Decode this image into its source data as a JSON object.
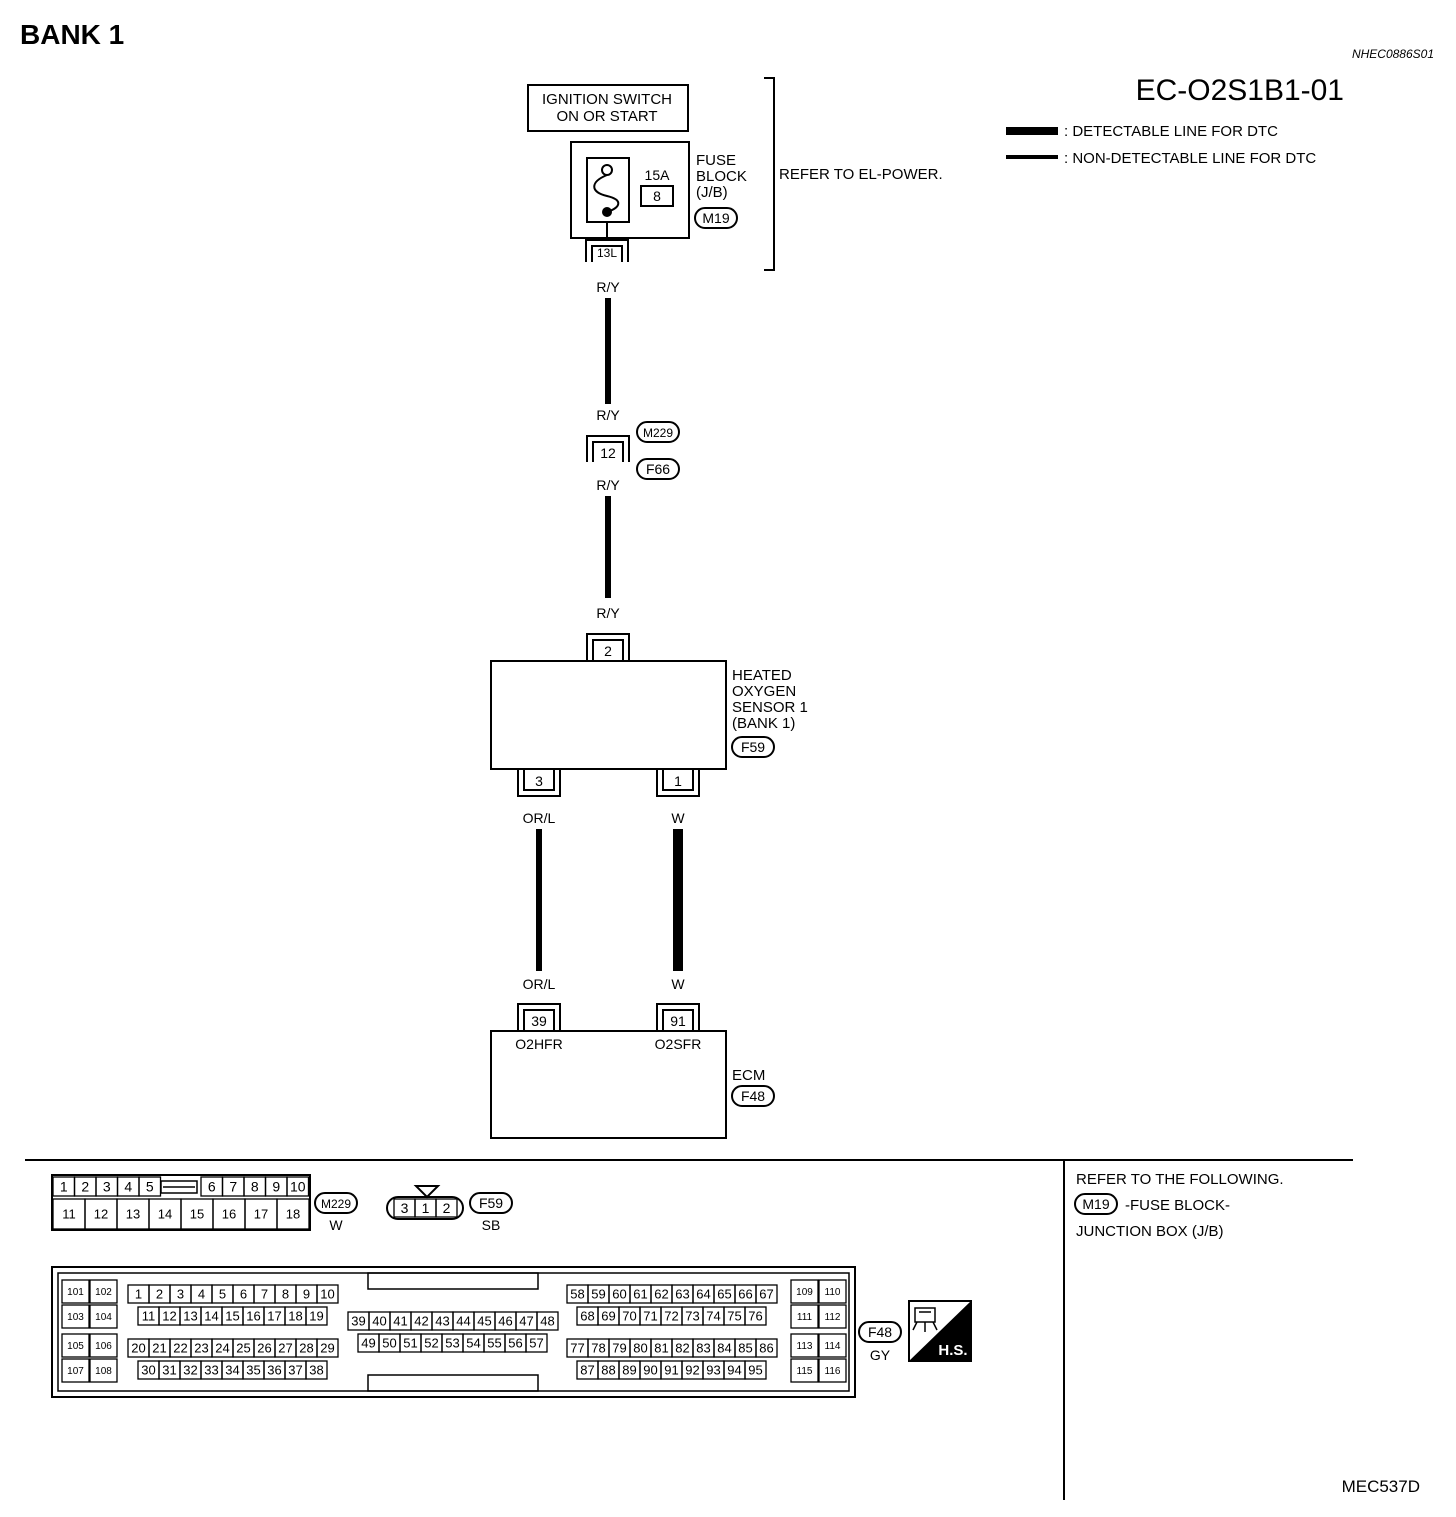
{
  "header": {
    "title": "BANK 1",
    "doc_code": "NHEC0886S01",
    "diagram_code": "EC-O2S1B1-01"
  },
  "legend": {
    "detectable": ": DETECTABLE LINE FOR DTC",
    "non_detectable": ": NON-DETECTABLE LINE FOR DTC"
  },
  "ignition": {
    "line1": "IGNITION SWITCH",
    "line2": "ON OR START"
  },
  "fuse_block": {
    "name_line1": "FUSE",
    "name_line2": "BLOCK",
    "name_line3": "(J/B)",
    "connector": "M19",
    "rating": "15A",
    "fuse_no": "8",
    "terminal": "13L"
  },
  "refer_el": "REFER TO EL-POWER.",
  "wire_ry": "R/Y",
  "joint": {
    "terminal": "12",
    "conn_top": "M229",
    "conn_bottom": "F66"
  },
  "sensor": {
    "line1": "HEATED",
    "line2": "OXYGEN",
    "line3": "SENSOR 1",
    "line4": "(BANK 1)",
    "connector": "F59",
    "term_top": "2",
    "term_left": "3",
    "term_right": "1"
  },
  "wire_orl": "OR/L",
  "wire_w": "W",
  "ecm": {
    "name": "ECM",
    "connector": "F48",
    "term_left": "39",
    "term_right": "91",
    "sig_left": "O2HFR",
    "sig_right": "O2SFR"
  },
  "connectors": {
    "m229": {
      "name": "M229",
      "color": "W",
      "top_left": [
        "1",
        "2",
        "3",
        "4",
        "5"
      ],
      "top_right": [
        "6",
        "7",
        "8",
        "9",
        "10"
      ],
      "bottom": [
        "11",
        "12",
        "13",
        "14",
        "15",
        "16",
        "17",
        "18"
      ]
    },
    "f59": {
      "name": "F59",
      "color": "SB",
      "pins": [
        "3",
        "1",
        "2"
      ]
    },
    "f48": {
      "name": "F48",
      "color": "GY",
      "hs": "H.S.",
      "leftA": [
        "101",
        "102",
        "103",
        "104"
      ],
      "leftB": [
        "105",
        "106",
        "107",
        "108"
      ],
      "rightA": [
        "109",
        "110",
        "111",
        "112"
      ],
      "rightB": [
        "113",
        "114",
        "115",
        "116"
      ],
      "g1r1": [
        "1",
        "2",
        "3",
        "4",
        "5",
        "6",
        "7",
        "8",
        "9",
        "10"
      ],
      "g1r2": [
        "11",
        "12",
        "13",
        "14",
        "15",
        "16",
        "17",
        "18",
        "19"
      ],
      "g1r3": [
        "20",
        "21",
        "22",
        "23",
        "24",
        "25",
        "26",
        "27",
        "28",
        "29"
      ],
      "g1r4": [
        "30",
        "31",
        "32",
        "33",
        "34",
        "35",
        "36",
        "37",
        "38"
      ],
      "g2r1": [
        "39",
        "40",
        "41",
        "42",
        "43",
        "44",
        "45",
        "46",
        "47",
        "48"
      ],
      "g2r2": [
        "49",
        "50",
        "51",
        "52",
        "53",
        "54",
        "55",
        "56",
        "57"
      ],
      "g3r1": [
        "58",
        "59",
        "60",
        "61",
        "62",
        "63",
        "64",
        "65",
        "66",
        "67"
      ],
      "g3r2": [
        "68",
        "69",
        "70",
        "71",
        "72",
        "73",
        "74",
        "75",
        "76"
      ],
      "g3r3": [
        "77",
        "78",
        "79",
        "80",
        "81",
        "82",
        "83",
        "84",
        "85",
        "86"
      ],
      "g3r4": [
        "87",
        "88",
        "89",
        "90",
        "91",
        "92",
        "93",
        "94",
        "95"
      ]
    }
  },
  "refer_following": {
    "title": "REFER TO THE FOLLOWING.",
    "connector": "M19",
    "line1": "-FUSE BLOCK-",
    "line2": "JUNCTION BOX (J/B)"
  },
  "footer_code": "MEC537D"
}
